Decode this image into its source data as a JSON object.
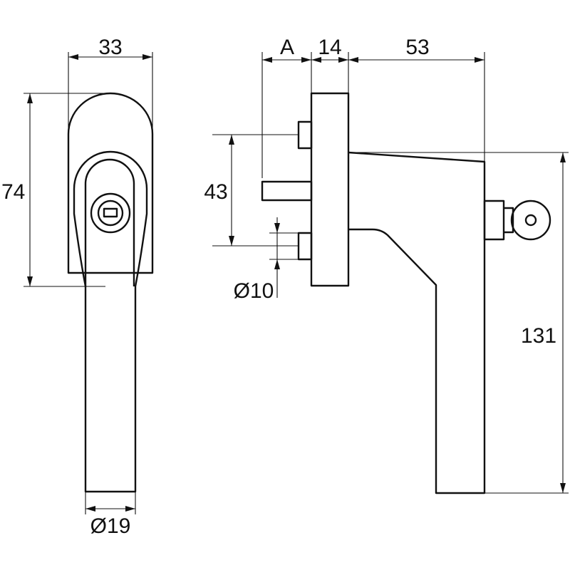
{
  "dimensions": {
    "front_width": "33",
    "front_height": "74",
    "front_shaft_diameter": "Ø19",
    "spindle_length": "A",
    "base_thickness": "14",
    "lever_projection": "53",
    "screw_spacing": "43",
    "screw_diameter": "Ø10",
    "total_height": "131"
  },
  "colors": {
    "line": "#111111",
    "background": "#ffffff"
  }
}
